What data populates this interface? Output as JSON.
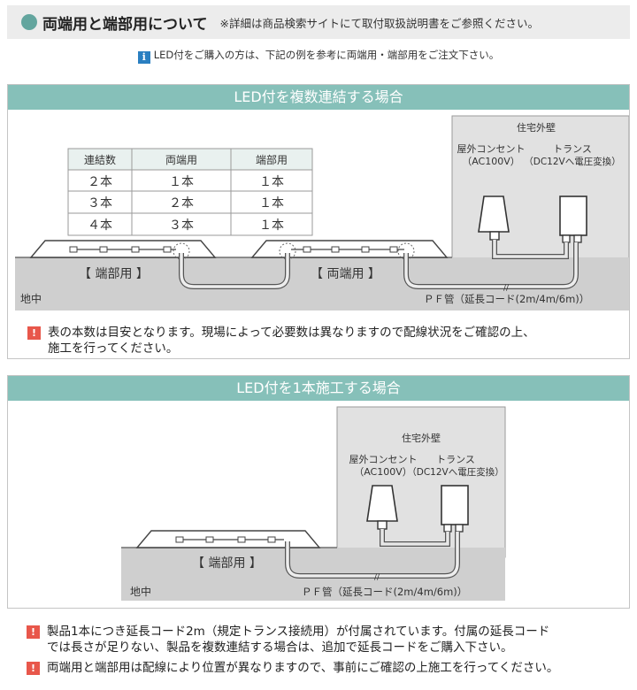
{
  "header": {
    "title": "両端用と端部用について",
    "note": "※詳細は商品検索サイトにて取付取扱説明書をご参照ください。"
  },
  "info": {
    "icon": "i",
    "text": "LED付をご購入の方は、下記の例を参考に両端用・端部用をご注文下さい。"
  },
  "section1": {
    "title": "LED付を複数連結する場合",
    "table": {
      "headers": [
        "連結数",
        "両端用",
        "端部用"
      ],
      "rows": [
        [
          "２本",
          "１本",
          "１本"
        ],
        [
          "３本",
          "２本",
          "１本"
        ],
        [
          "４本",
          "３本",
          "１本"
        ]
      ]
    },
    "labels": {
      "wall": "住宅外壁",
      "outlet_line1": "屋外コンセント",
      "outlet_line2": "（AC100V）",
      "trans_line1": "トランス",
      "trans_line2": "（DC12Vへ電圧変換）",
      "end_unit": "【 端部用 】",
      "both_unit": "【 両端用 】",
      "underground": "地中",
      "pf_pipe": "ＰＦ管（延長コード(2m/4m/6m)）"
    },
    "warning": "表の本数は目安となります。現場によって必要数は異なりますので配線状況をご確認の上、\n施工を行ってください。"
  },
  "section2": {
    "title": "LED付を1本施工する場合",
    "labels": {
      "wall": "住宅外壁",
      "outlet_line1": "屋外コンセント",
      "outlet_line2": "（AC100V）",
      "trans_line1": "トランス",
      "trans_line2": "（DC12Vへ電圧変換）",
      "end_unit": "【 端部用 】",
      "underground": "地中",
      "pf_pipe": "ＰＦ管（延長コード(2m/4m/6m)）"
    }
  },
  "warnings": [
    "製品1本につき延長コード2m（規定トランス接続用）が付属されています。付属の延長コード\nでは長さが足りない、製品を複数連結する場合は、追加で延長コードをご購入下さい。",
    "両端用と端部用は配線により位置が異なりますので、事前にご確認の上施工を行ってください。"
  ],
  "colors": {
    "accent": "#86c0b9",
    "header_dot": "#63a59e",
    "info_icon": "#2a7fc1",
    "warning_icon": "#e8574b",
    "ground": "#cfcfcf",
    "wall": "#e1e1e1"
  },
  "icons": {
    "header": "circle-bullet-icon",
    "info": "info-icon",
    "warning": "exclamation-icon"
  }
}
